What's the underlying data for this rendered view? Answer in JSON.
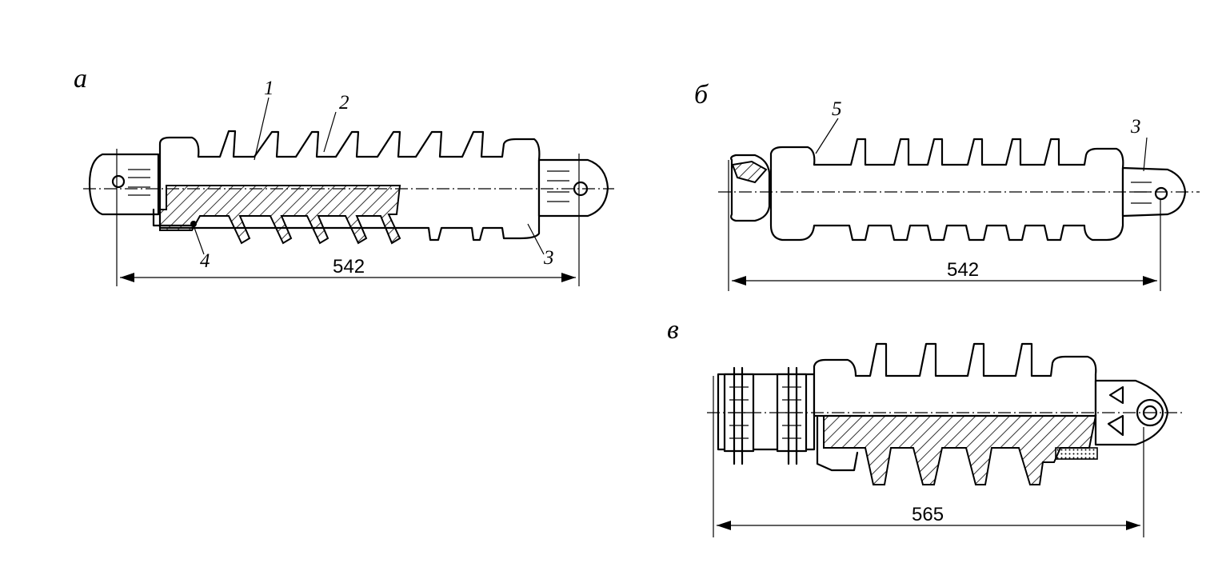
{
  "figures": [
    {
      "id": "a",
      "letter": "а",
      "dimension": "542",
      "parts": [
        "1",
        "2",
        "3",
        "4"
      ]
    },
    {
      "id": "b",
      "letter": "б",
      "dimension": "542",
      "parts": [
        "5",
        "3"
      ]
    },
    {
      "id": "c",
      "letter": "в",
      "dimension": "565",
      "parts": []
    }
  ],
  "colors": {
    "ink": "#000000",
    "paper": "#ffffff"
  }
}
